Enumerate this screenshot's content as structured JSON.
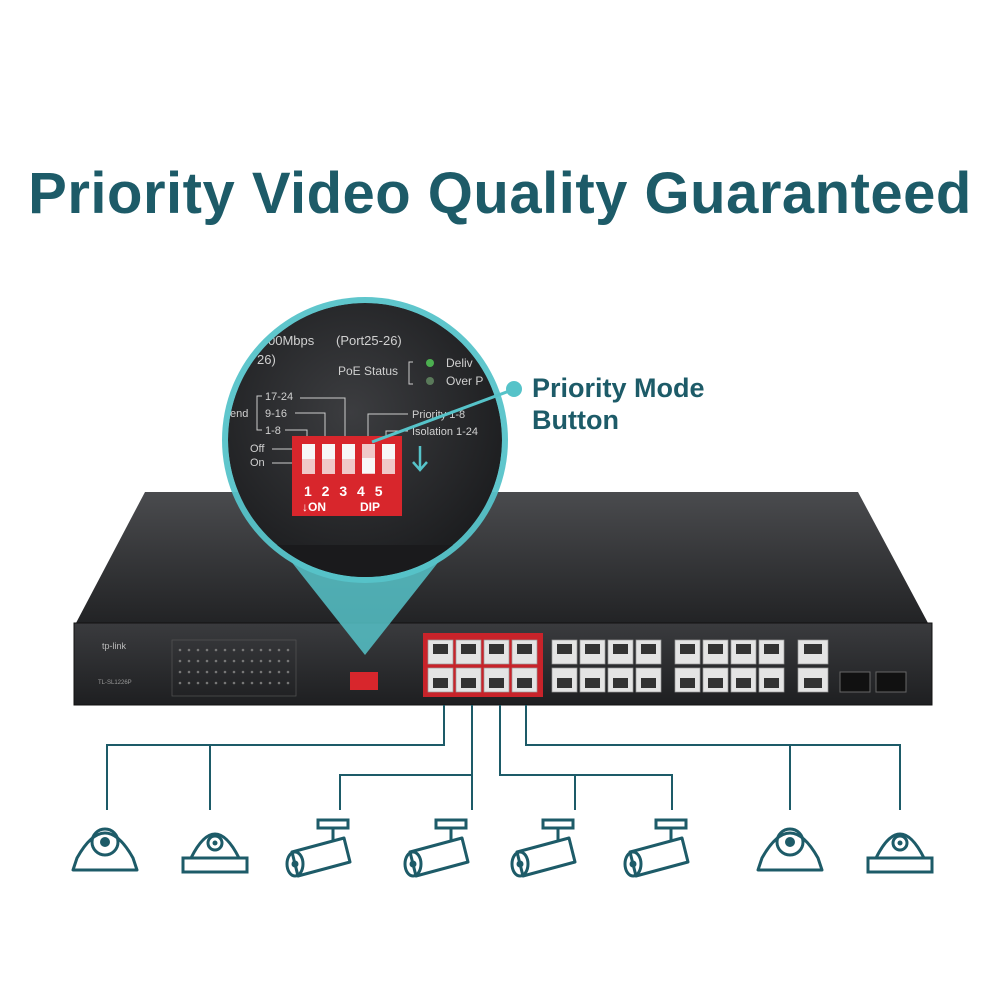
{
  "title": "Priority Video Quality Guaranteed",
  "callout": {
    "line1": "Priority Mode",
    "line2": "Button"
  },
  "zoom": {
    "line_speed": "00Mbps",
    "ports": "(Port25-26)",
    "partial": "26)",
    "poe_status": "PoE Status",
    "poe_state1": "Deliv",
    "poe_state2": "Over P",
    "group1": "17-24",
    "group2": "9-16",
    "group3": "1-8",
    "extend": "end",
    "priority": "Priority  1-8",
    "isolation": "Isolation  1-24",
    "off": "Off",
    "on": "On",
    "dip_numbers": "1 2 3 4 5",
    "dip_on": "↓ON",
    "dip_label": "DIP"
  },
  "device": {
    "brand": "tp-link",
    "model": "TL-SL1226P"
  },
  "colors": {
    "accent": "#1d5b68",
    "highlight": "#56c3c9",
    "dip_red": "#d8262c",
    "chassis": "#2b2c2e"
  },
  "icons": [
    "dome-camera-icon",
    "dome-camera-icon",
    "bullet-camera-icon",
    "bullet-camera-icon",
    "bullet-camera-icon",
    "bullet-camera-icon",
    "dome-camera-icon",
    "dome-camera-icon"
  ]
}
